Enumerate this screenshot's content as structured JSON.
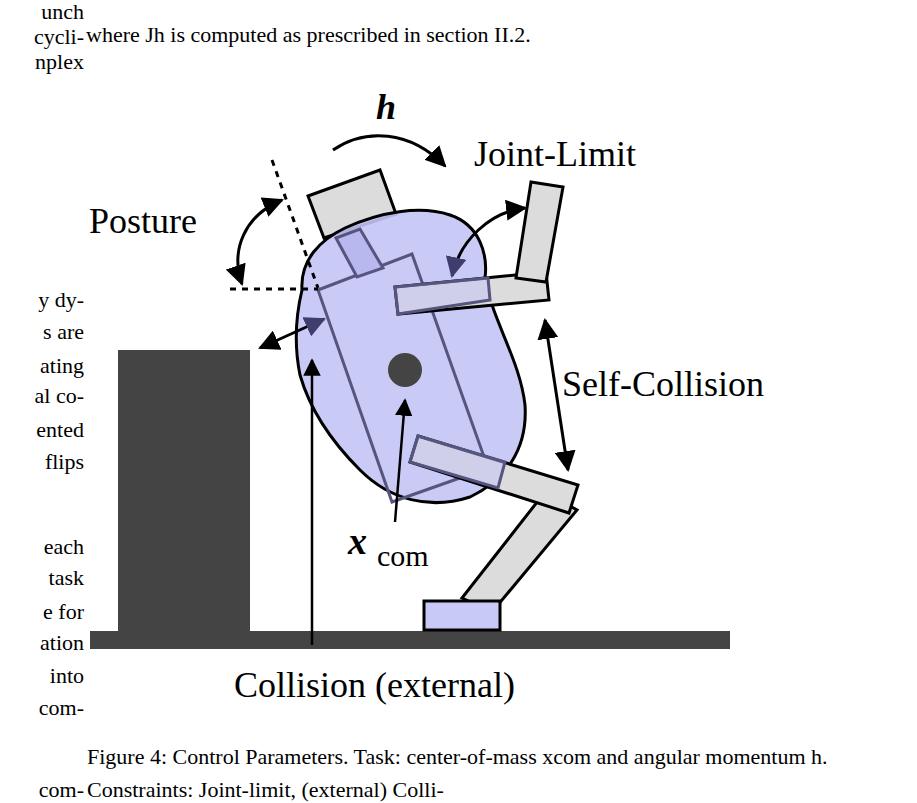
{
  "diagram": {
    "caption": "Figure 4: Control Parameters. Task: center-of-mass xcom and angular momentum h. Constraints: Joint-limit, (external) Colli-",
    "labels": [
      "where Jh is computed as prescribed in section II.2.",
      "unch",
      "cycli-",
      "nplex",
      "y dy-",
      "s are",
      "ating",
      "al co-",
      "ented",
      "flips",
      "each",
      "task",
      "e for",
      "ation",
      "into",
      "com-",
      "com-",
      "h",
      "Joint-Limit",
      "Posture",
      "Self-Collision",
      "x",
      "com",
      "Collision (external)"
    ]
  }
}
